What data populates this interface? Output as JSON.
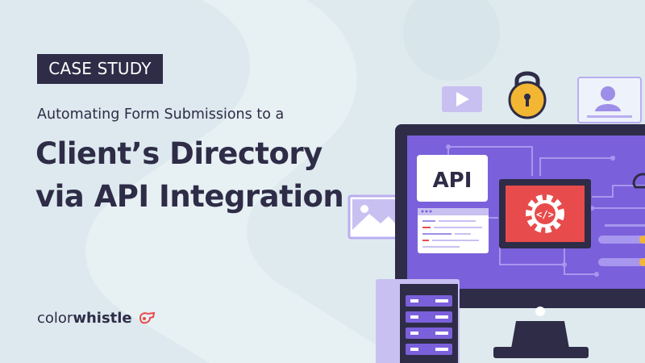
{
  "badge": "CASE STUDY",
  "subtitle": "Automating Form Submissions to a",
  "headline": {
    "line1": "Client’s Directory",
    "line2": "via API Integration"
  },
  "logo": {
    "part1": "color",
    "part2": "whistle"
  },
  "illustration": {
    "api_label": "API",
    "code_label": "</>"
  },
  "colors": {
    "background": "#e7f0f3",
    "navy": "#2e2c47",
    "purple": "#7b60db",
    "red": "#e84b4b",
    "gold": "#f2b632",
    "lavender": "#b9aef0"
  }
}
